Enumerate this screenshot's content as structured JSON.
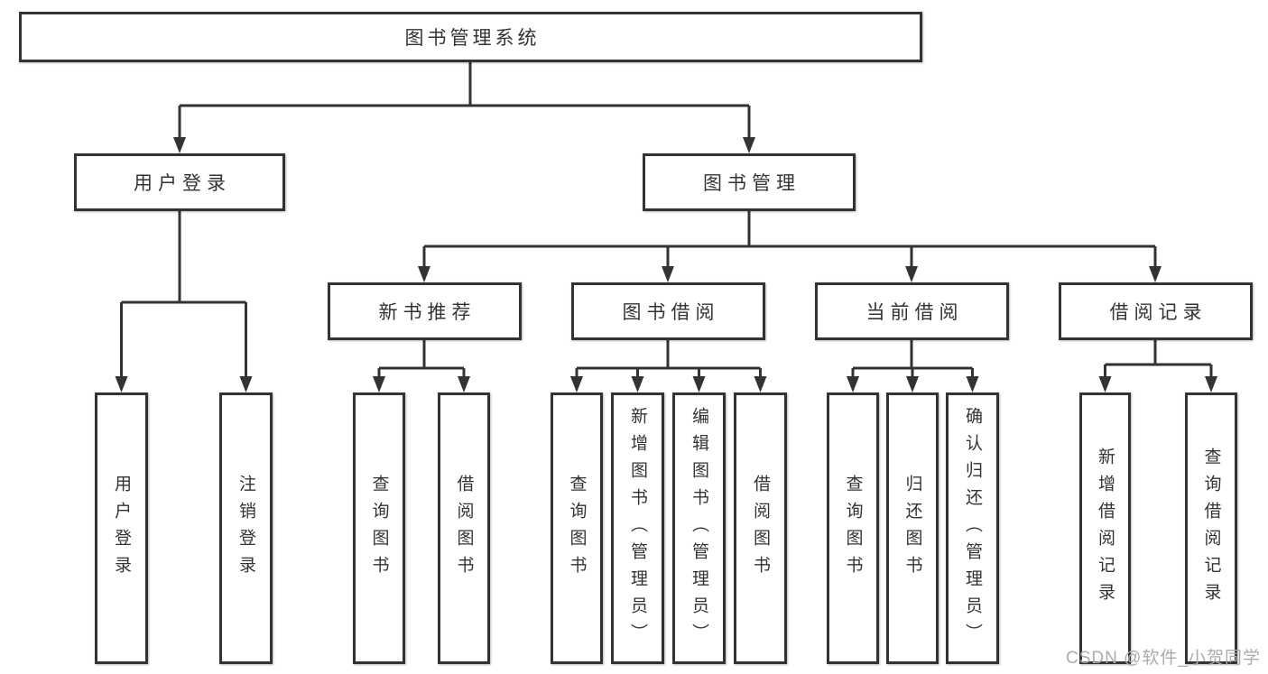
{
  "diagram": {
    "root": {
      "label": "图书管理系统"
    },
    "branches": [
      {
        "label": "用户登录",
        "children": [
          {
            "label": "用户登录"
          },
          {
            "label": "注销登录"
          }
        ]
      },
      {
        "label": "图书管理",
        "sections": [
          {
            "label": "新书推荐",
            "children": [
              {
                "label": "查询图书"
              },
              {
                "label": "借阅图书"
              }
            ]
          },
          {
            "label": "图书借阅",
            "children": [
              {
                "label": "查询图书"
              },
              {
                "label": "新增图书（管理员）"
              },
              {
                "label": "编辑图书（管理员）"
              },
              {
                "label": "借阅图书"
              }
            ]
          },
          {
            "label": "当前借阅",
            "children": [
              {
                "label": "查询图书"
              },
              {
                "label": "归还图书"
              },
              {
                "label": "确认归还（管理员）"
              }
            ]
          },
          {
            "label": "借阅记录",
            "children": [
              {
                "label": "新增借阅记录"
              },
              {
                "label": "查询借阅记录"
              }
            ]
          }
        ]
      }
    ]
  },
  "colors": {
    "line": "#333333",
    "box_background": "#ffffff",
    "text": "#333333",
    "watermark": "#ababab"
  },
  "watermark": "CSDN @软件_小贺同学"
}
